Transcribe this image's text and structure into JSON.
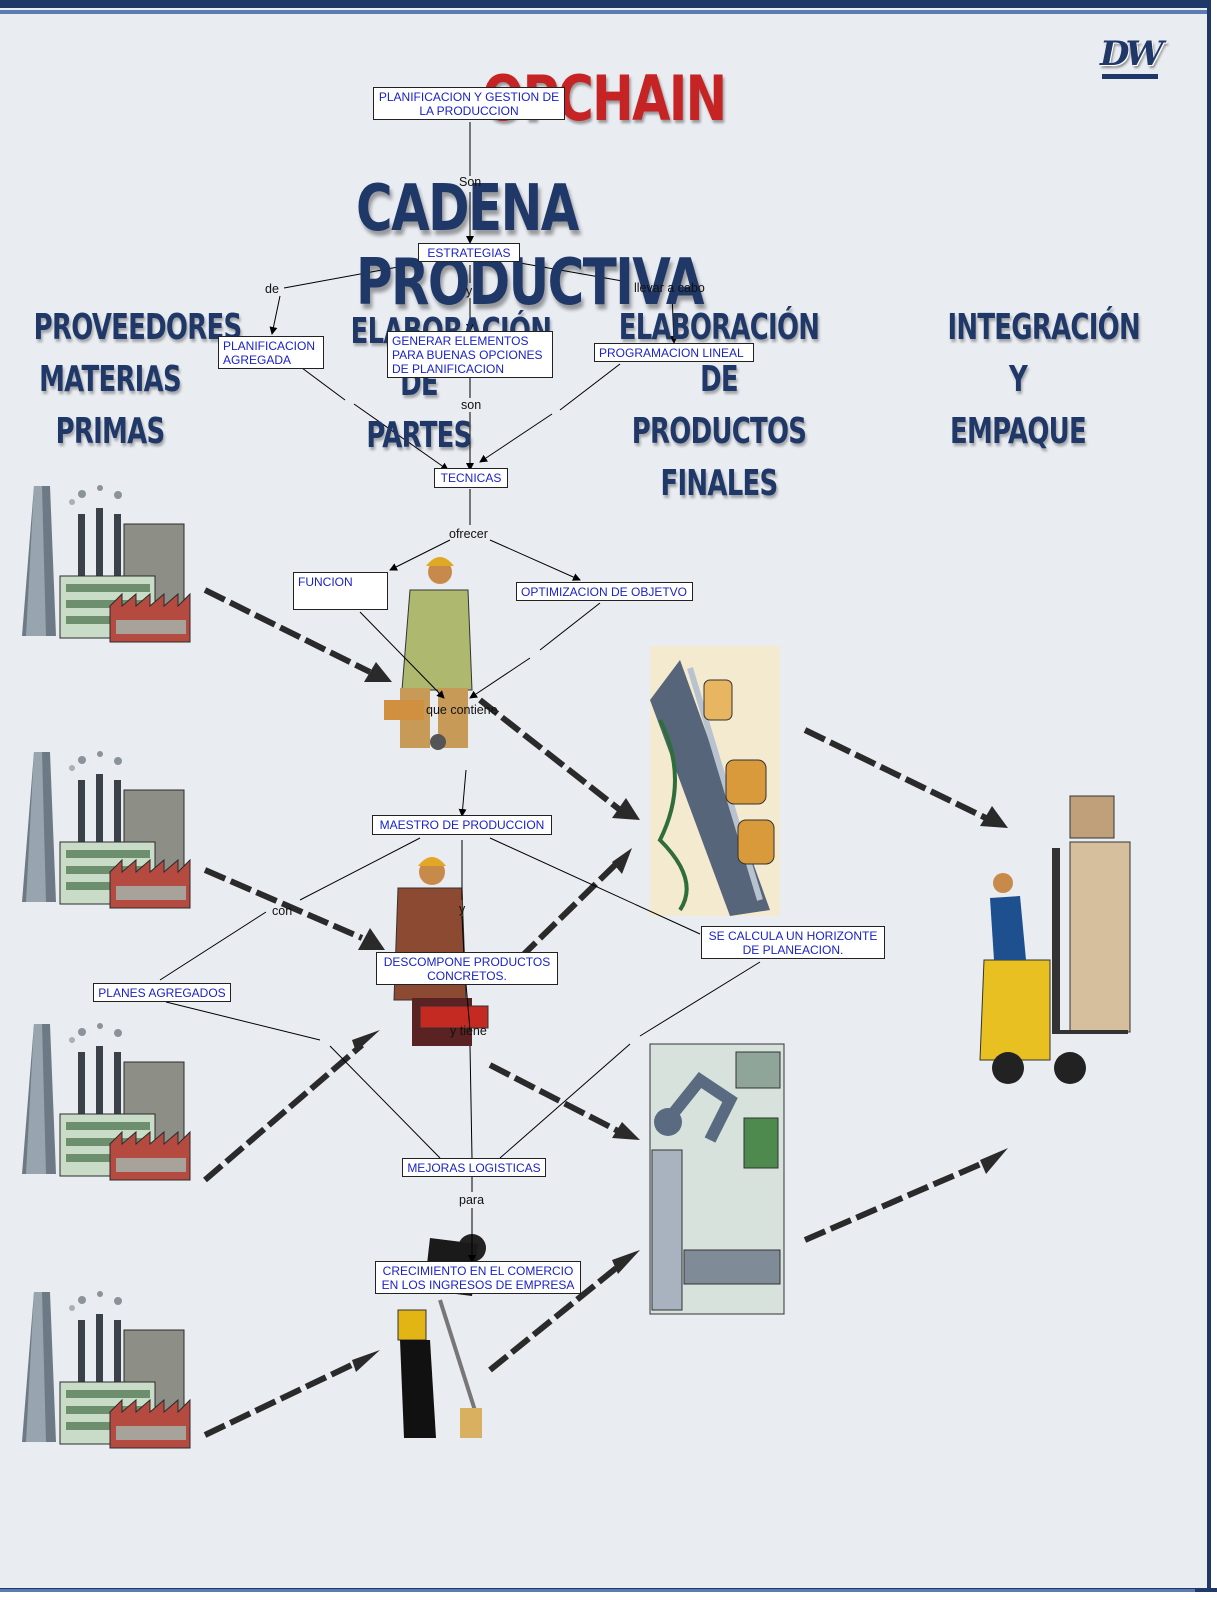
{
  "logo": {
    "text": "DW"
  },
  "titles": {
    "brand": "OPCHAIN",
    "main": "CADENA PRODUCTIVA"
  },
  "columns": [
    {
      "line1": "PROVEEDORES",
      "line2": "MATERIAS PRIMAS"
    },
    {
      "line1": "ELABORACIÓN",
      "line2": "DE PARTES"
    },
    {
      "line1": "ELABORACIÓN DE",
      "line2": "PRODUCTOS FINALES"
    },
    {
      "line1": "INTEGRACIÓN Y",
      "line2": "EMPAQUE"
    }
  ],
  "concepts": {
    "planificacion": "PLANIFICACION Y GESTION DE LA PRODUCCION",
    "estrategias": "ESTRATEGIAS",
    "agregada": "PLANIFICACION AGREGADA",
    "generar": "GENERAR ELEMENTOS PARA BUENAS OPCIONES DE PLANIFICACION",
    "programacion": "PROGRAMACION LINEAL",
    "tecnicas": "TECNICAS",
    "funcion": "FUNCION",
    "optimizacion": "OPTIMIZACION DE OBJETVO",
    "maestro": "MAESTRO DE PRODUCCION",
    "horizonte": "SE CALCULA UN HORIZONTE DE PLANEACION.",
    "descompone": "DESCOMPONE PRODUCTOS CONCRETOS.",
    "planes": "PLANES AGREGADOS",
    "mejoras": "MEJORAS LOGISTICAS",
    "crecimiento": "CRECIMIENTO EN EL COMERCIO EN LOS INGRESOS DE EMPRESA"
  },
  "links": {
    "son1": "Son",
    "de": "de",
    "y1": "y",
    "llevar": "llevar a cabo",
    "son2": "son",
    "ofrecer": "ofrecer",
    "contiene": "que contiene",
    "con": "con",
    "y2": "y",
    "tiene": "y tiene",
    "para": "para"
  },
  "icons": {
    "factories": [
      "factory-icon",
      "factory-icon",
      "factory-icon",
      "factory-icon"
    ],
    "workers": [
      "worker-grinding-icon",
      "worker-welding-icon",
      "worker-sawing-icon"
    ],
    "machines": [
      "conveyor-icon",
      "robot-arm-icon"
    ],
    "packaging": "forklift-icon"
  }
}
